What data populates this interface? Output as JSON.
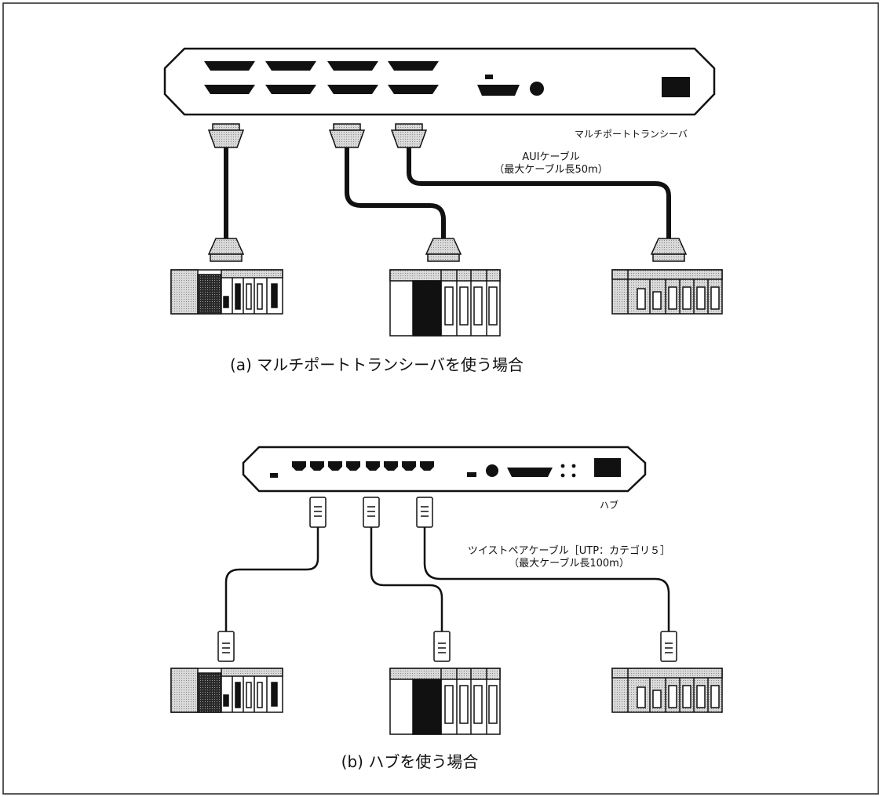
{
  "diagram_a": {
    "device_label": "マルチポートトランシーバ",
    "cable_label_line1": "AUIケーブル",
    "cable_label_line2": "（最大ケーブル長50m）",
    "caption": "(a) マルチポートトランシーバを使う場合"
  },
  "diagram_b": {
    "device_label": "ハブ",
    "cable_label_line1": "ツイストペアケーブル［UTP：カテゴリ５］",
    "cable_label_line2": "（最大ケーブル長100m）",
    "caption": "(b) ハブを使う場合"
  },
  "colors": {
    "line": "#111111",
    "halftone": "#c8c8c8",
    "dark": "#1a1a1a",
    "background": "#ffffff"
  },
  "icons": [
    "multiport-transceiver-icon",
    "hub-icon",
    "aui-connector-icon",
    "rj45-plug-icon",
    "plc-unit-icon"
  ]
}
